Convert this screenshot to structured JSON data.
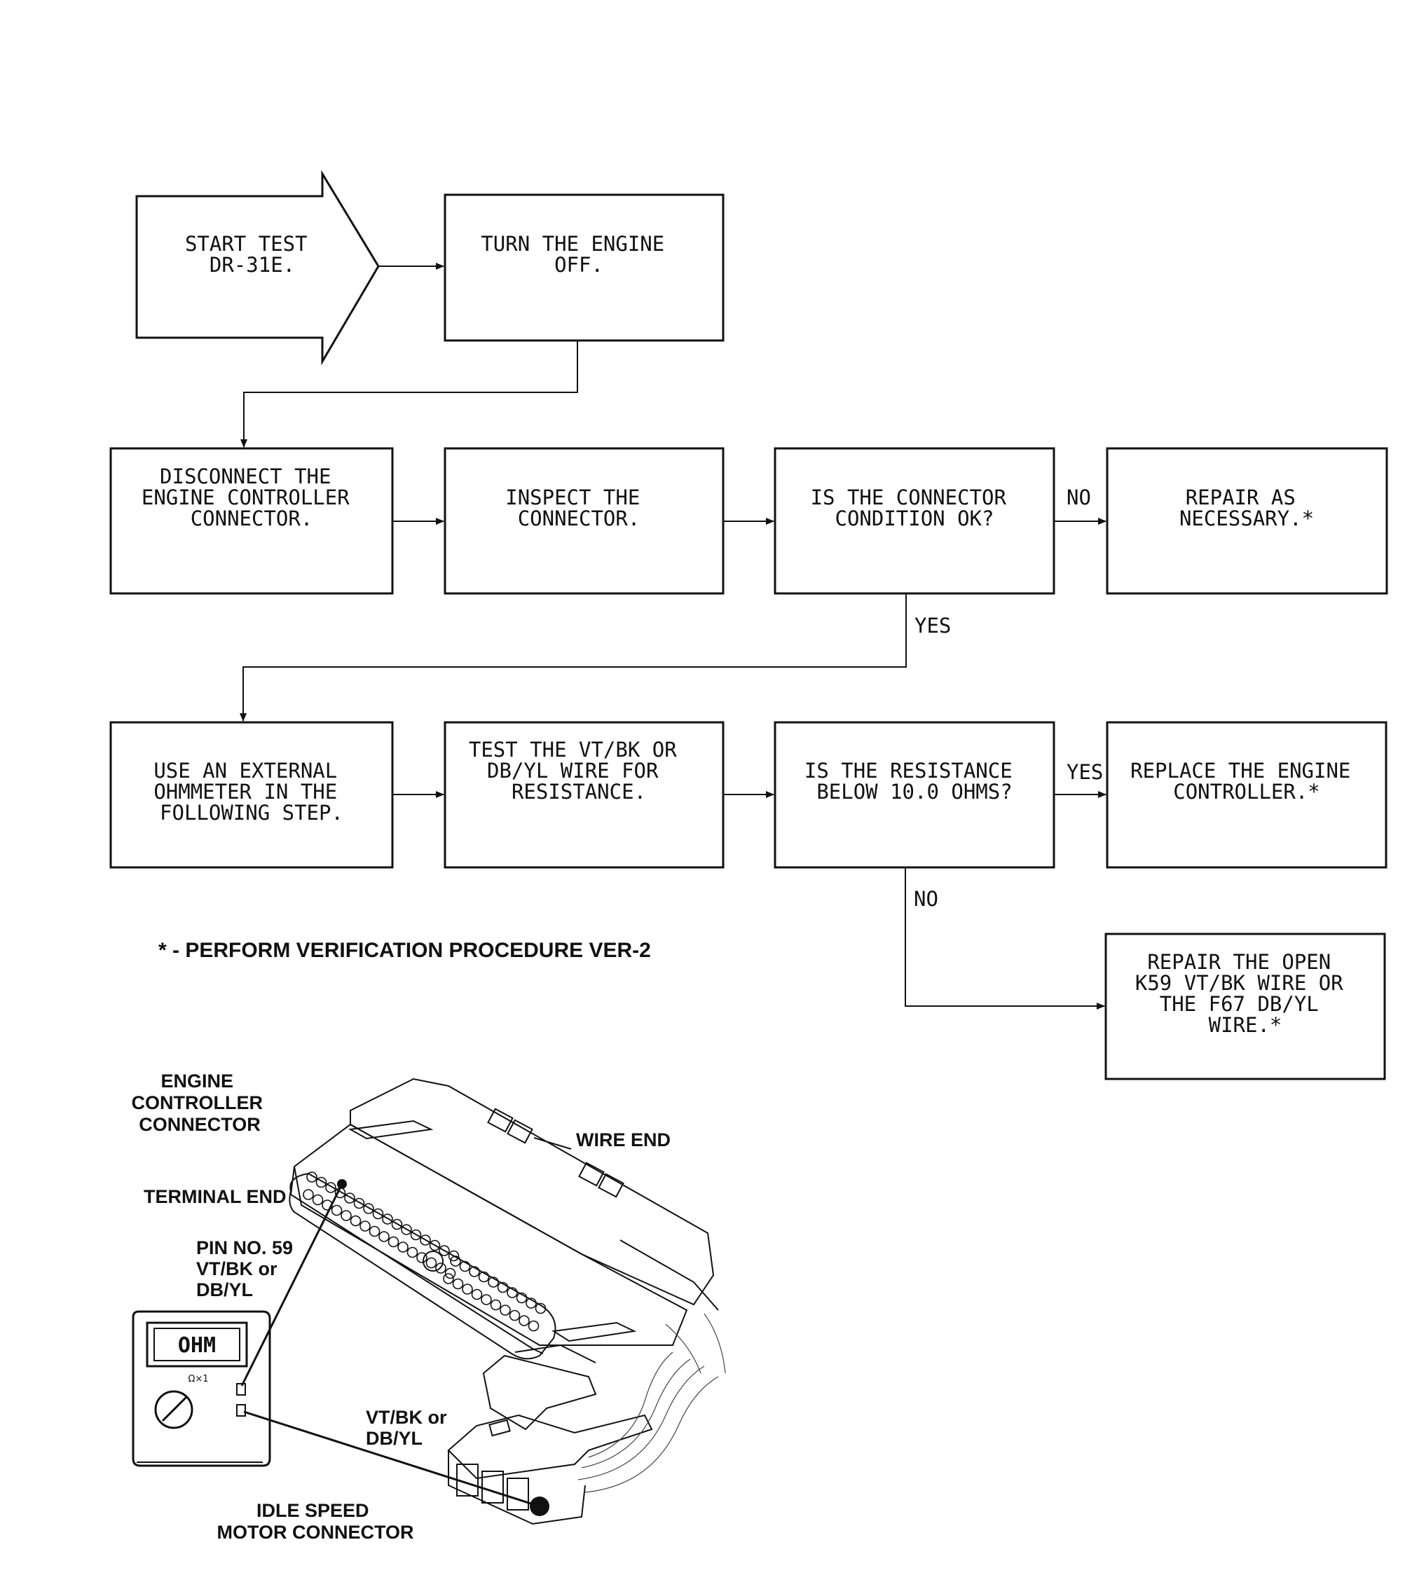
{
  "flowchart": {
    "nodes": {
      "start": [
        "START TEST",
        "DR-31E."
      ],
      "turn_off": [
        "TURN THE ENGINE",
        "OFF."
      ],
      "disconnect": [
        "DISCONNECT THE",
        "ENGINE CONTROLLER",
        "CONNECTOR."
      ],
      "inspect": [
        "INSPECT THE",
        "CONNECTOR."
      ],
      "condition_ok": [
        "IS THE CONNECTOR",
        "CONDITION OK?"
      ],
      "repair_necessary": [
        "REPAIR AS",
        "NECESSARY.*"
      ],
      "use_ohmmeter": [
        "USE AN EXTERNAL",
        "OHMMETER IN THE",
        "FOLLOWING STEP."
      ],
      "test_wire": [
        "TEST THE VT/BK OR",
        "DB/YL WIRE FOR",
        "RESISTANCE."
      ],
      "resistance_below": [
        "IS THE RESISTANCE",
        "BELOW 10.0 OHMS?"
      ],
      "replace_controller": [
        "REPLACE THE ENGINE",
        "CONTROLLER.*"
      ],
      "repair_open": [
        "REPAIR THE OPEN",
        "K59 VT/BK WIRE OR",
        "THE F67 DB/YL",
        "WIRE.*"
      ]
    },
    "edge_labels": {
      "condition_no": "NO",
      "condition_yes": "YES",
      "resistance_yes": "YES",
      "resistance_no": "NO"
    }
  },
  "note": "* - PERFORM VERIFICATION PROCEDURE VER-2",
  "illustration": {
    "engine_controller_connector": [
      "ENGINE",
      "CONTROLLER",
      "CONNECTOR"
    ],
    "wire_end": "WIRE END",
    "terminal_end": "TERMINAL END",
    "pin_label": [
      "PIN NO. 59",
      "VT/BK or",
      "DB/YL"
    ],
    "meter_display": "OHM",
    "meter_range": "Ω×1",
    "motor_wire_label": [
      "VT/BK or",
      "DB/YL"
    ],
    "idle_speed_motor_connector": [
      "IDLE SPEED",
      "MOTOR CONNECTOR"
    ]
  }
}
